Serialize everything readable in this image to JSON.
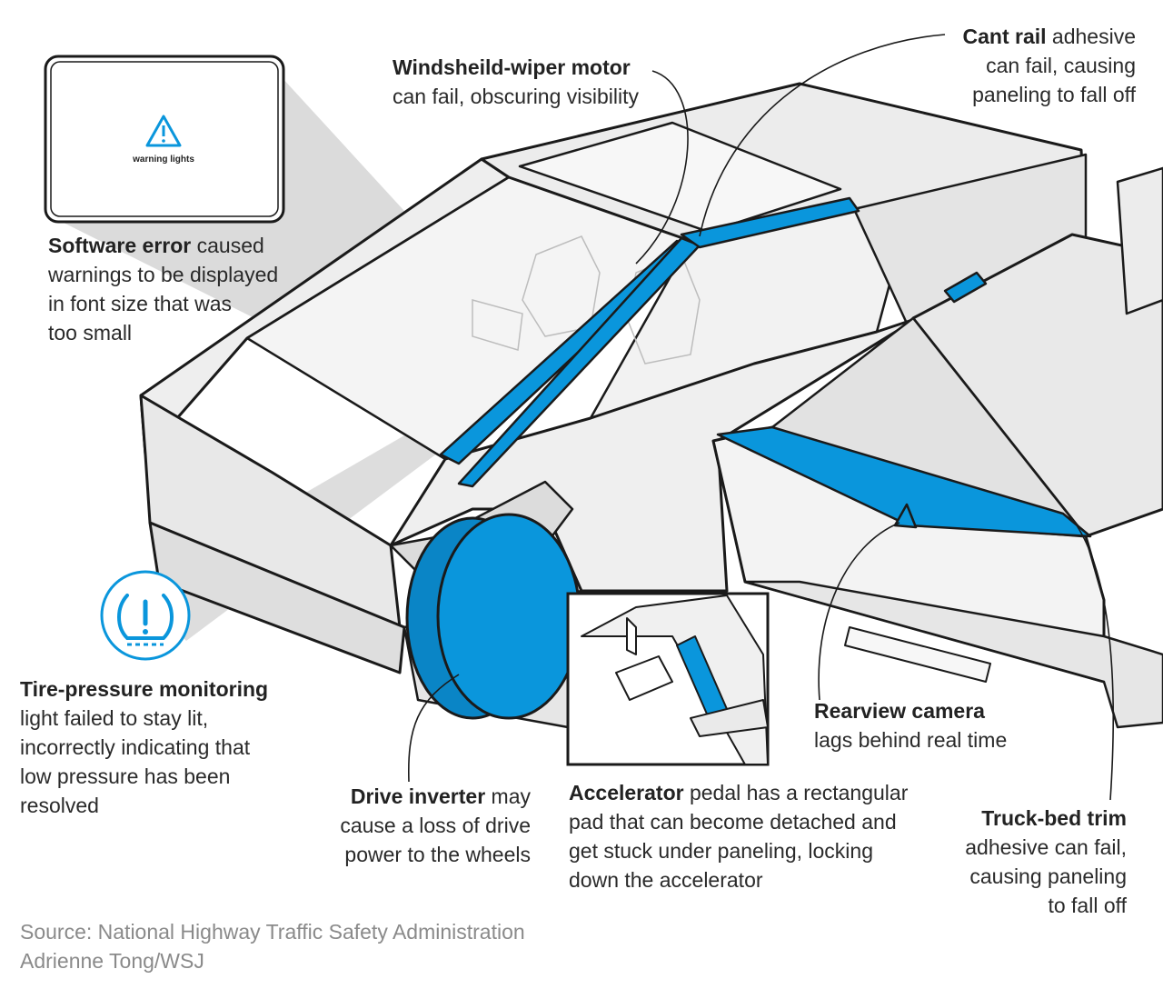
{
  "colors": {
    "accent": "#0a96dc",
    "outline": "#1a1a1a",
    "body_fill": "#f1f1f1",
    "shadow": "#c9c9c9",
    "source_text": "#8a8a8a"
  },
  "icons": {
    "warning": "warning-triangle-icon",
    "tire_pressure": "tire-pressure-warning-icon"
  },
  "screen_inset": {
    "label": "warning lights"
  },
  "callouts": {
    "wiper": {
      "title": "Windsheild-wiper motor",
      "text": "can fail, obscuring visibility"
    },
    "cant_rail": {
      "title": "Cant rail",
      "text_line1": " adhesive",
      "text_line2": "can fail, causing",
      "text_line3": "paneling to fall off"
    },
    "software": {
      "title": "Software error",
      "text_line1": " caused",
      "text_line2": "warnings to be displayed",
      "text_line3": "in font size that was",
      "text_line4": "too small"
    },
    "tire": {
      "title": "Tire-pressure monitoring",
      "text_line1": "light failed to stay lit,",
      "text_line2": "incorrectly indicating that",
      "text_line3": "low pressure has been",
      "text_line4": "resolved"
    },
    "inverter": {
      "title": "Drive inverter",
      "text_line1": " may",
      "text_line2": "cause a loss of drive",
      "text_line3": "power to the wheels"
    },
    "accelerator": {
      "title": "Accelerator",
      "text_line1": " pedal has a rectangular",
      "text_line2": "pad that can become detached and",
      "text_line3": "get stuck under paneling, locking",
      "text_line4": "down the accelerator"
    },
    "camera": {
      "title": "Rearview camera",
      "text": "lags behind real time"
    },
    "truck_bed": {
      "title": "Truck-bed trim",
      "text_line1": "adhesive can fail,",
      "text_line2": "causing paneling",
      "text_line3": "to fall off"
    }
  },
  "footer": {
    "source": "Source: National Highway Traffic Safety Administration",
    "credit": "Adrienne Tong/WSJ"
  }
}
